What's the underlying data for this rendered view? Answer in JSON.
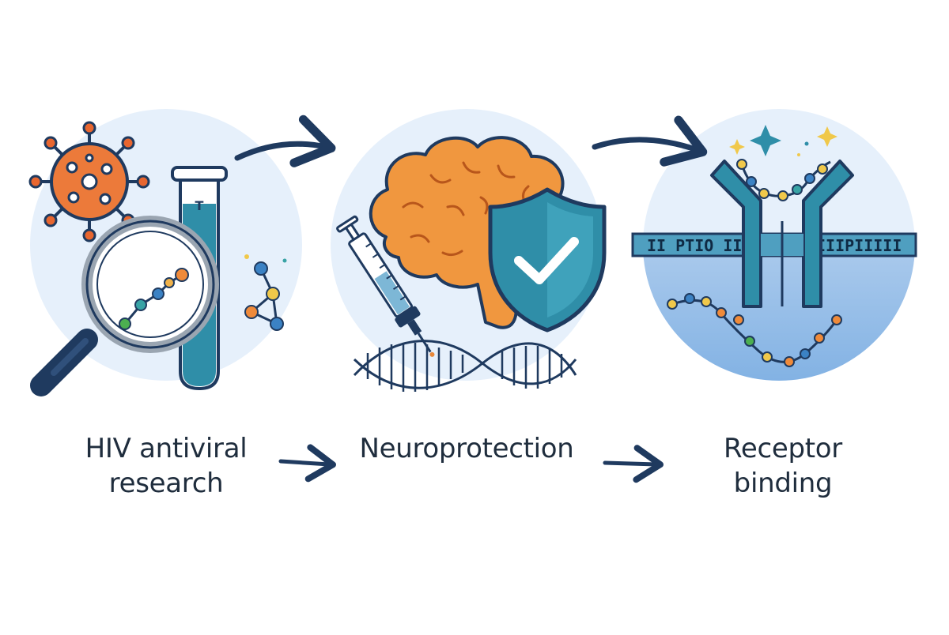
{
  "steps": [
    {
      "line1": "HIV antiviral",
      "line2": "research",
      "icon": "virus-magnifier-test-tube-icon"
    },
    {
      "line1": "Neuroprotection",
      "line2": "",
      "icon": "brain-shield-syringe-dna-icon"
    },
    {
      "line1": "Receptor",
      "line2": "binding",
      "icon": "antibody-receptor-membrane-icon"
    }
  ],
  "test_tube_letter": "T",
  "membrane_text_left": "II PTIO II IT",
  "membrane_text_right": "IIIPIIIII",
  "colors": {
    "navy": "#1f3a5f",
    "teal": "#2f8ea8",
    "orange": "#e8883a",
    "circle_bg": "#e6f0fb",
    "text": "#1f2d3d"
  }
}
